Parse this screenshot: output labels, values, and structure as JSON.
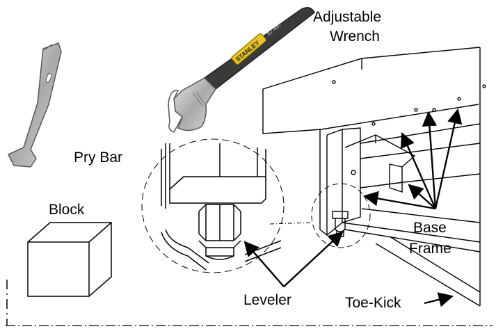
{
  "labels": {
    "wrench": [
      "Adjustable",
      "Wrench"
    ],
    "pry_bar": "Pry Bar",
    "block": "Block",
    "base_frame": [
      "Base",
      "Frame"
    ],
    "leveler": "Leveler",
    "toe_kick": "Toe-Kick"
  },
  "wrench_brand": "STANLEY",
  "wrench_model": "87-457",
  "colors": {
    "line": "#000000",
    "background": "#ffffff",
    "wrench_grip": "#3a3a3a",
    "wrench_brand_band": "#e6c21a",
    "steel": "#c9c9c9"
  }
}
